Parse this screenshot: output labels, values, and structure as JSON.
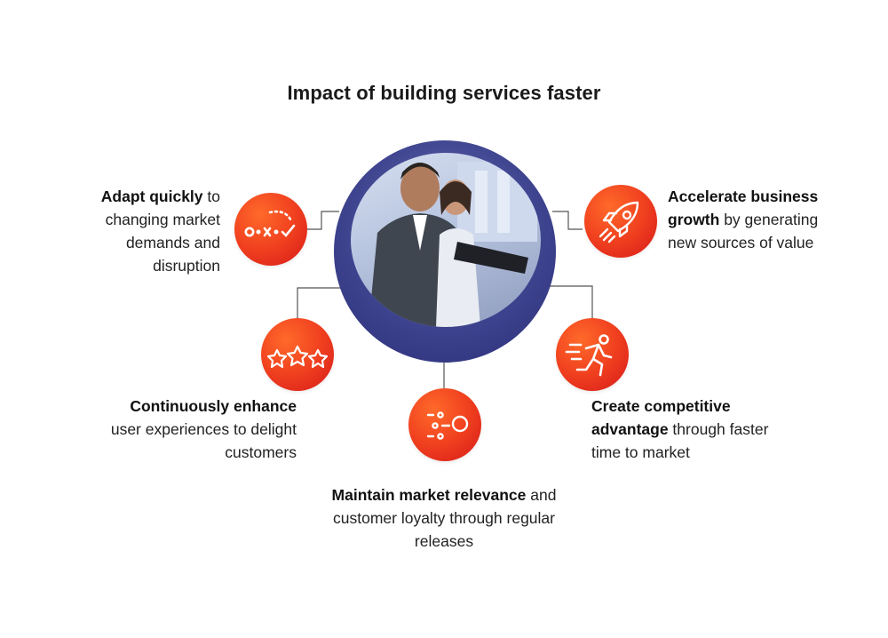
{
  "title": "Impact of building services faster",
  "items": [
    {
      "icon": "journey-path-icon",
      "bold": "Adapt quickly",
      "rest": " to changing market demands and disruption"
    },
    {
      "icon": "rocket-icon",
      "bold": "Accelerate business growth",
      "rest": " by generating new sources of value"
    },
    {
      "icon": "three-stars-icon",
      "bold": "Continuously enhance",
      "rest": " user experiences to delight customers"
    },
    {
      "icon": "releases-icon",
      "bold": "Maintain market relevance",
      "rest": " and customer loyalty through regular releases"
    },
    {
      "icon": "sprinter-icon",
      "bold": "Create competitive advantage",
      "rest": " through faster time to market"
    }
  ],
  "colors": {
    "accent": "#f0401f",
    "ring": "#3f448f"
  }
}
